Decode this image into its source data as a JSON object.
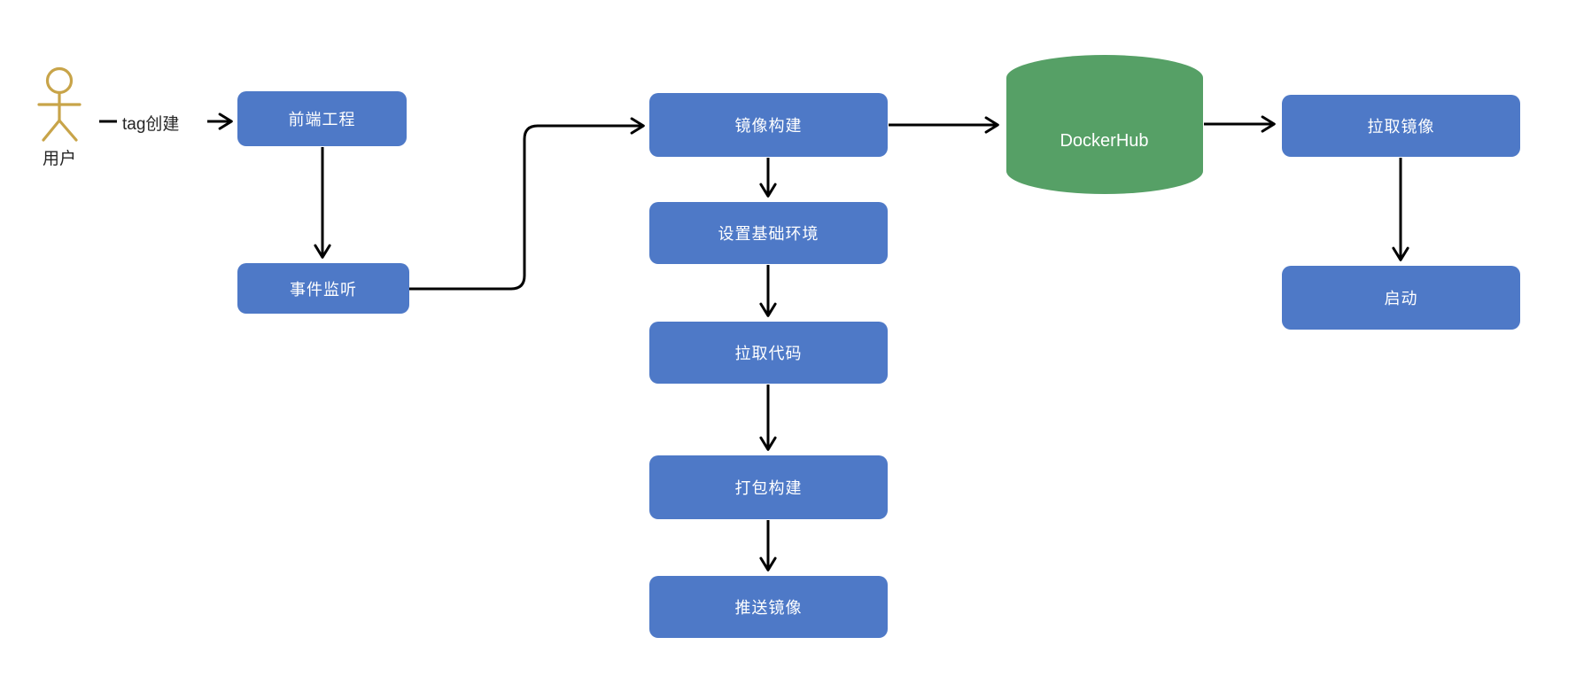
{
  "diagram": {
    "actor": {
      "label": "用户"
    },
    "nodes": {
      "frontend": {
        "label": "前端工程"
      },
      "event_listener": {
        "label": "事件监听"
      },
      "image_build": {
        "label": "镜像构建"
      },
      "setup_env": {
        "label": "设置基础环境"
      },
      "pull_code": {
        "label": "拉取代码"
      },
      "package_build": {
        "label": "打包构建"
      },
      "push_image": {
        "label": "推送镜像"
      },
      "dockerhub": {
        "label": "DockerHub"
      },
      "pull_image": {
        "label": "拉取镜像"
      },
      "start": {
        "label": "启动"
      }
    },
    "edges": [
      {
        "from": "用户",
        "to": "前端工程",
        "label": "tag创建"
      },
      {
        "from": "前端工程",
        "to": "事件监听"
      },
      {
        "from": "事件监听",
        "to": "镜像构建"
      },
      {
        "from": "镜像构建",
        "to": "设置基础环境"
      },
      {
        "from": "设置基础环境",
        "to": "拉取代码"
      },
      {
        "from": "拉取代码",
        "to": "打包构建"
      },
      {
        "from": "打包构建",
        "to": "推送镜像"
      },
      {
        "from": "镜像构建",
        "to": "DockerHub"
      },
      {
        "from": "DockerHub",
        "to": "拉取镜像"
      },
      {
        "from": "拉取镜像",
        "to": "启动"
      }
    ],
    "edge_label": "tag创建",
    "colors": {
      "node_fill": "#4E79C7",
      "node_text": "#ffffff",
      "db_fill": "#56A066",
      "actor_stroke": "#C8A449",
      "edge_stroke": "#000000",
      "label_text": "#262626",
      "background": "#ffffff"
    }
  }
}
